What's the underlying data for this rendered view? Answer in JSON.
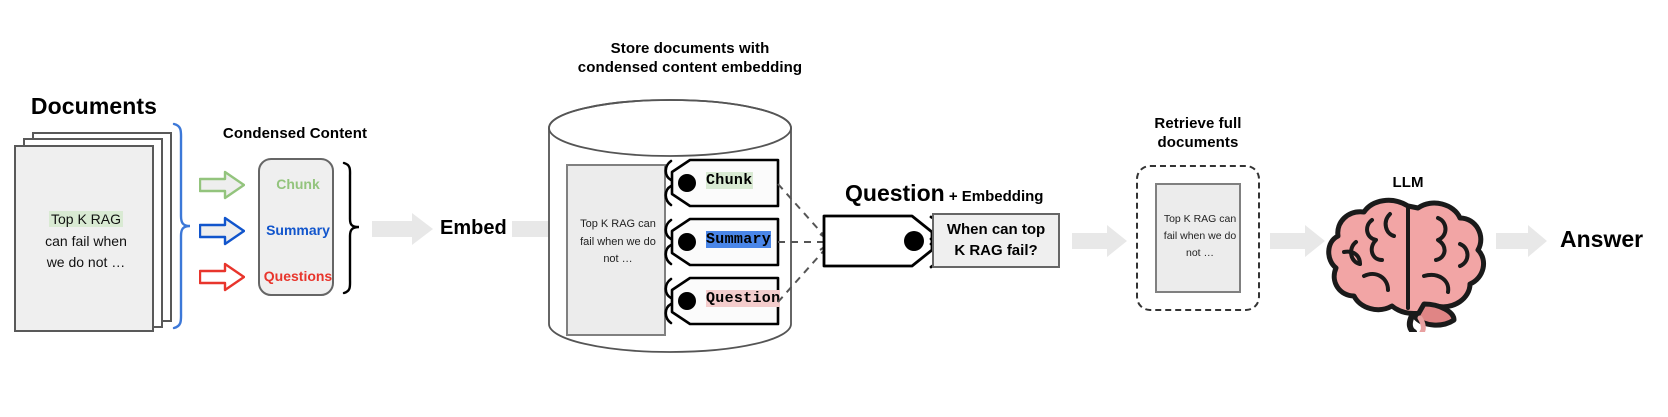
{
  "diagram": {
    "title": "RAG pipeline with condensed content embedding",
    "documents": {
      "heading": "Documents",
      "body_highlight": "Top K RAG",
      "body_line2": "can fail when",
      "body_line3": "we do not …"
    },
    "condensed": {
      "heading": "Condensed Content",
      "items": [
        {
          "label": "Chunk",
          "color": "#93c47d"
        },
        {
          "label": "Summary",
          "color": "#1155cc"
        },
        {
          "label": "Questions",
          "color": "#e8352c"
        }
      ],
      "arrow_colors": [
        "#93c47d",
        "#1155cc",
        "#e8352c"
      ]
    },
    "embed": {
      "label": "Embed"
    },
    "store": {
      "heading_line1": "Store documents with",
      "heading_line2": "condensed content embedding",
      "inner_doc": {
        "line1": "Top K RAG can",
        "line2": "fail when we do",
        "line3": "not …"
      },
      "tags": [
        {
          "label": "Chunk",
          "highlight": "#d9ead3",
          "text_color": "#000000"
        },
        {
          "label": "Summary",
          "highlight": "#4a86e8",
          "text_color": "#000000"
        },
        {
          "label": "Question",
          "highlight": "#f4cccc",
          "text_color": "#000000"
        }
      ]
    },
    "question": {
      "heading_strong": "Question",
      "heading_rest": " + Embedding",
      "text_line1": "When can top",
      "text_line2": "K RAG fail?"
    },
    "retrieve": {
      "heading_line1": "Retrieve full",
      "heading_line2": "documents",
      "doc": {
        "line1": "Top K RAG can",
        "line2": "fail when we do",
        "line3": "not …"
      }
    },
    "llm": {
      "label": "LLM",
      "icon": "brain-icon"
    },
    "answer": {
      "label": "Answer"
    },
    "colors": {
      "grey_arrow": "#e8e8e8",
      "doc_fill": "#efefef",
      "doc_stroke": "#595959",
      "brace_blue": "#3c78d8",
      "brace_black": "#000000",
      "brain_pink": "#f2a5a5",
      "brain_outline": "#1a1a1a"
    }
  }
}
